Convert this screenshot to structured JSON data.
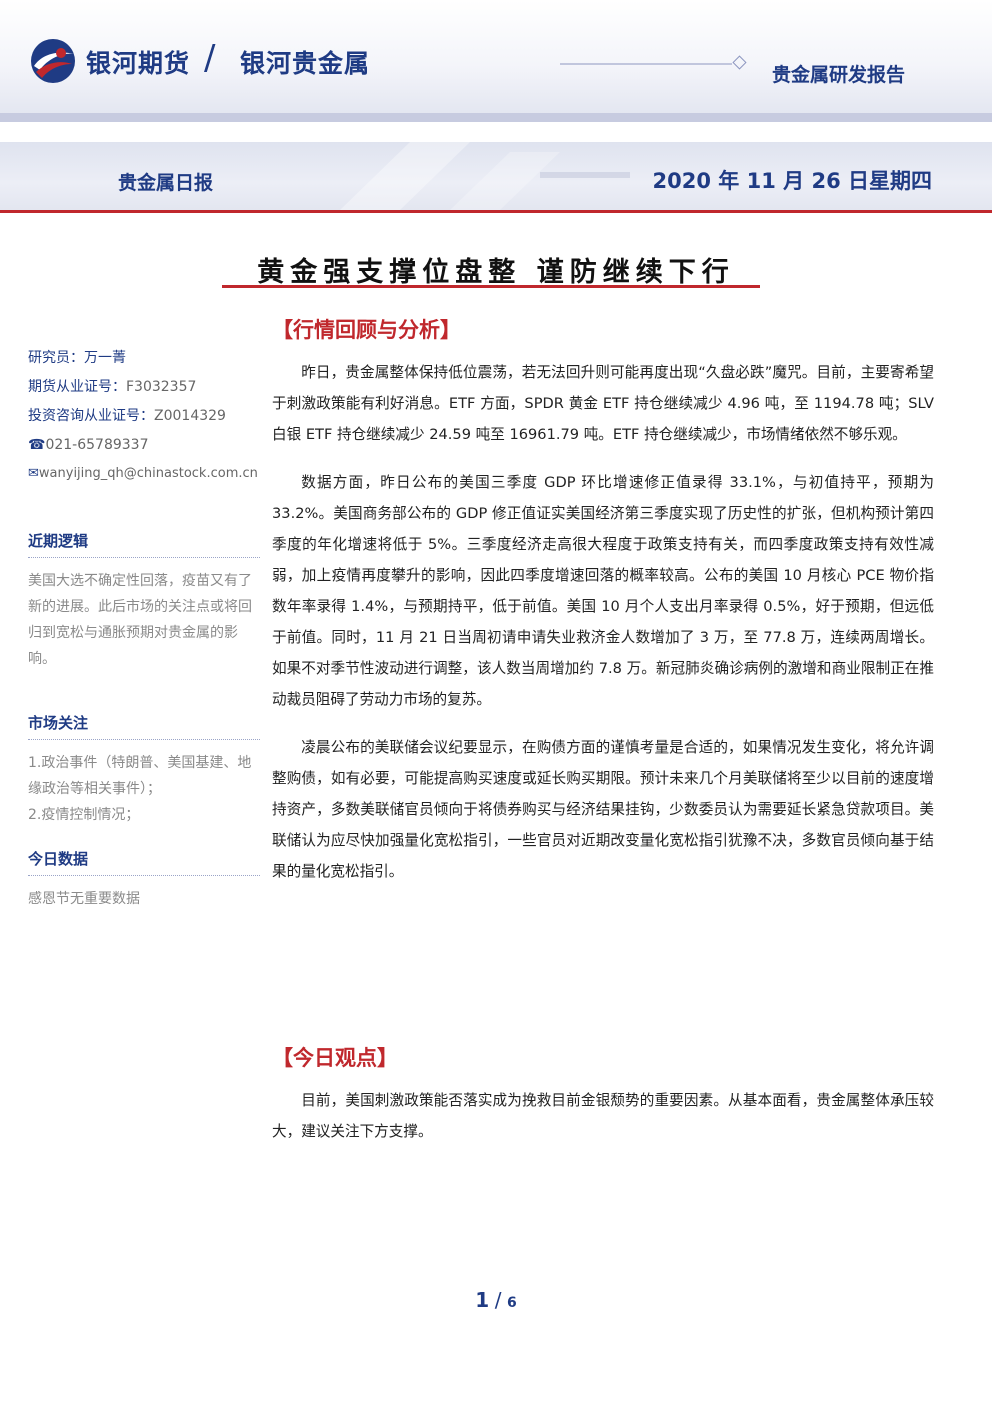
{
  "header": {
    "brand_primary": "银河期货",
    "brand_secondary": "银河贵金属",
    "report_type": "贵金属研发报告",
    "daily_label": "贵金属日报",
    "date": "2020 年 11 月 26 日星期四",
    "colors": {
      "brand_blue": "#1f3b84",
      "accent_red": "#c0282d"
    }
  },
  "title": "黄金强支撑位盘整   谨防继续下行",
  "sidebar": {
    "analyst_label": "研究员：",
    "analyst_name": "万一菁",
    "futures_cert_label": "期货从业证号：",
    "futures_cert": "F3032357",
    "invest_cert_label": "投资咨询从业证号：",
    "invest_cert": "Z0014329",
    "phone_icon": "phone-icon",
    "phone": "021-65789337",
    "email_icon": "email-icon",
    "email": "wanyijing_qh@chinastock.com.cn",
    "sections": [
      {
        "heading": "近期逻辑",
        "lines": [
          "美国大选不确定性回落，疫苗又有了新的进展。此后市场的关注点或将回归到宽松与通胀预期对贵金属的影响。"
        ]
      },
      {
        "heading": "市场关注",
        "lines": [
          "1.政治事件（特朗普、美国基建、地缘政治等相关事件）；",
          "2.疫情控制情况；"
        ]
      },
      {
        "heading": "今日数据",
        "lines": [
          "感恩节无重要数据"
        ]
      }
    ]
  },
  "main": {
    "section1_title": "【行情回顾与分析】",
    "section1_paragraphs": [
      "昨日，贵金属整体保持低位震荡，若无法回升则可能再度出现“久盘必跌”魔咒。目前，主要寄希望于刺激政策能有利好消息。ETF 方面，SPDR 黄金 ETF 持仓继续减少 4.96 吨，至 1194.78 吨；SLV 白银 ETF 持仓继续减少 24.59 吨至 16961.79 吨。ETF 持仓继续减少，市场情绪依然不够乐观。",
      "数据方面，昨日公布的美国三季度 GDP 环比增速修正值录得 33.1%，与初值持平，预期为 33.2%。美国商务部公布的 GDP 修正值证实美国经济第三季度实现了历史性的扩张，但机构预计第四季度的年化增速将低于 5%。三季度经济走高很大程度于政策支持有关，而四季度政策支持有效性减弱，加上疫情再度攀升的影响，因此四季度增速回落的概率较高。公布的美国 10 月核心 PCE 物价指数年率录得 1.4%，与预期持平，低于前值。美国 10 月个人支出月率录得 0.5%，好于预期，但远低于前值。同时，11 月 21 日当周初请申请失业救济金人数增加了 3 万，至 77.8 万，连续两周增长。如果不对季节性波动进行调整，该人数当周增加约 7.8 万。新冠肺炎确诊病例的激增和商业限制正在推动裁员阻碍了劳动力市场的复苏。",
      "凌晨公布的美联储会议纪要显示，在购债方面的谨慎考量是合适的，如果情况发生变化，将允许调整购债，如有必要，可能提高购买速度或延长购买期限。预计未来几个月美联储将至少以目前的速度增持资产，多数美联储官员倾向于将债券购买与经济结果挂钩，少数委员认为需要延长紧急贷款项目。美联储认为应尽快加强量化宽松指引，一些官员对近期改变量化宽松指引犹豫不决，多数官员倾向基于结果的量化宽松指引。"
    ],
    "section2_title": "【今日观点】",
    "section2_paragraphs": [
      "目前，美国刺激政策能否落实成为挽救目前金银颓势的重要因素。从基本面看，贵金属整体承压较大，建议关注下方支撑。"
    ]
  },
  "footer": {
    "page_current": "1",
    "page_sep": "/",
    "page_total": "6"
  }
}
